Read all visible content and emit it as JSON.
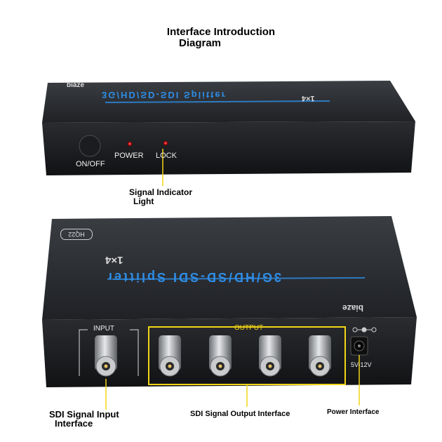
{
  "title": {
    "line1": "Interface Introduction",
    "line2": "Diagram"
  },
  "front_panel": {
    "brand": "biaze",
    "model_banner": "3G/HD/SD-SDI Splitter",
    "ratio": "1×4",
    "button_label": "ON/OFF",
    "led_power": "POWER",
    "led_lock": "LOCK",
    "led_color": "#e0161b"
  },
  "back_panel": {
    "brand": "biaze",
    "model_tag": "HQ22",
    "model_banner": "3G/HD/SD-SDI Splitter",
    "ratio": "1×4",
    "input_label": "INPUT",
    "output_label": "OUTPUT",
    "power_spec": "5V-12V",
    "highlight_color": "#f2d516",
    "banner_color": "#2e8de6"
  },
  "callouts": {
    "signal_indicator": {
      "line1": "Signal Indicator",
      "line2": "Light"
    },
    "sdi_input": {
      "line1": "SDI Signal Input",
      "line2": "Interface"
    },
    "sdi_output": "SDI Signal Output Interface",
    "power_interface": "Power Interface"
  }
}
